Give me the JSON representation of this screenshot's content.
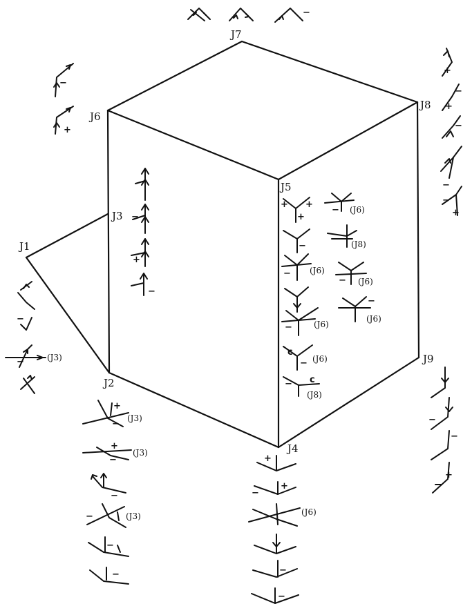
{
  "junctions": {
    "J1": "J1",
    "J2": "J2",
    "J3": "J3",
    "J4": "J4",
    "J5": "J5",
    "J6": "J6",
    "J7": "J7",
    "J8": "J8",
    "J9": "J9"
  },
  "references": {
    "j1_ref": "(J3)",
    "j2_refs": [
      "(J3)",
      "(J3)",
      "(J3)"
    ],
    "j4_ref": "(J6)",
    "j5_refs_left": [
      "(J6)",
      "(J6)",
      "(J6)",
      "(J8)"
    ],
    "j5_refs_right": [
      "(J6)",
      "(J8)",
      "(J6)",
      "(J6)"
    ]
  },
  "marks": {
    "plus": "+",
    "minus": "−",
    "c": "c"
  }
}
